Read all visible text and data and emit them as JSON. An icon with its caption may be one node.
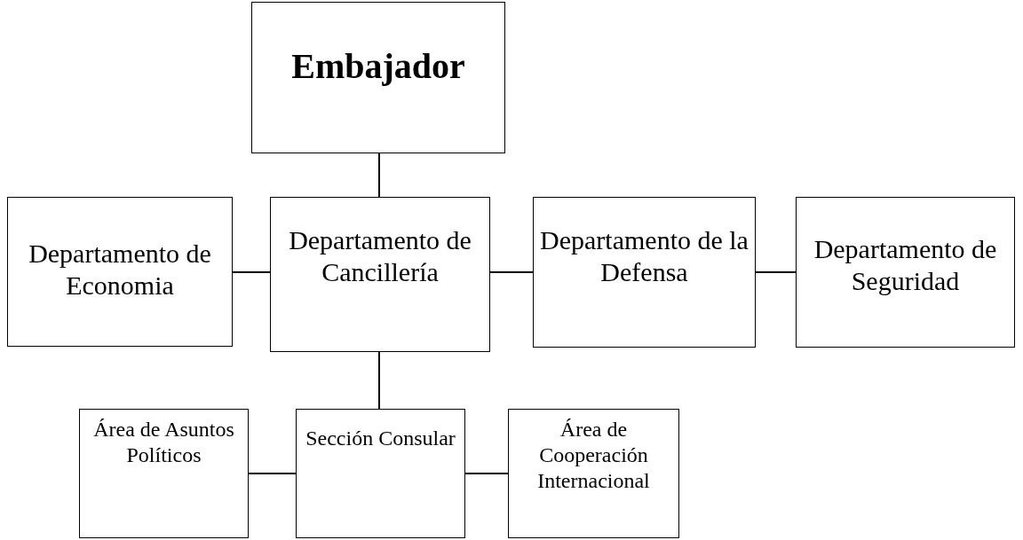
{
  "diagram": {
    "nodes": [
      {
        "text": [
          "Embajador"
        ]
      },
      {
        "text": [
          "Departamento de Economia"
        ]
      },
      {
        "text": [
          "Departamento de Cancillería"
        ]
      },
      {
        "text": [
          "Departamento de la Defensa"
        ]
      },
      {
        "text": [
          "Departamento de Seguridad"
        ]
      },
      {
        "text": [
          "Área de Asuntos Políticos"
        ]
      },
      {
        "text": [
          "Sección Consular"
        ]
      },
      {
        "text": [
          "Área de Cooperación Internacional"
        ]
      }
    ],
    "edges": [
      {
        "from": 0,
        "to": 2,
        "arrow": "none"
      },
      {
        "from": 2,
        "to": 1,
        "arrow": "none"
      },
      {
        "from": 2,
        "to": 3,
        "arrow": "none"
      },
      {
        "from": 3,
        "to": 4,
        "arrow": "none"
      },
      {
        "from": 2,
        "to": 6,
        "arrow": "none"
      },
      {
        "from": 6,
        "to": 5,
        "arrow": "none"
      },
      {
        "from": 6,
        "to": 7,
        "arrow": "none"
      }
    ]
  }
}
